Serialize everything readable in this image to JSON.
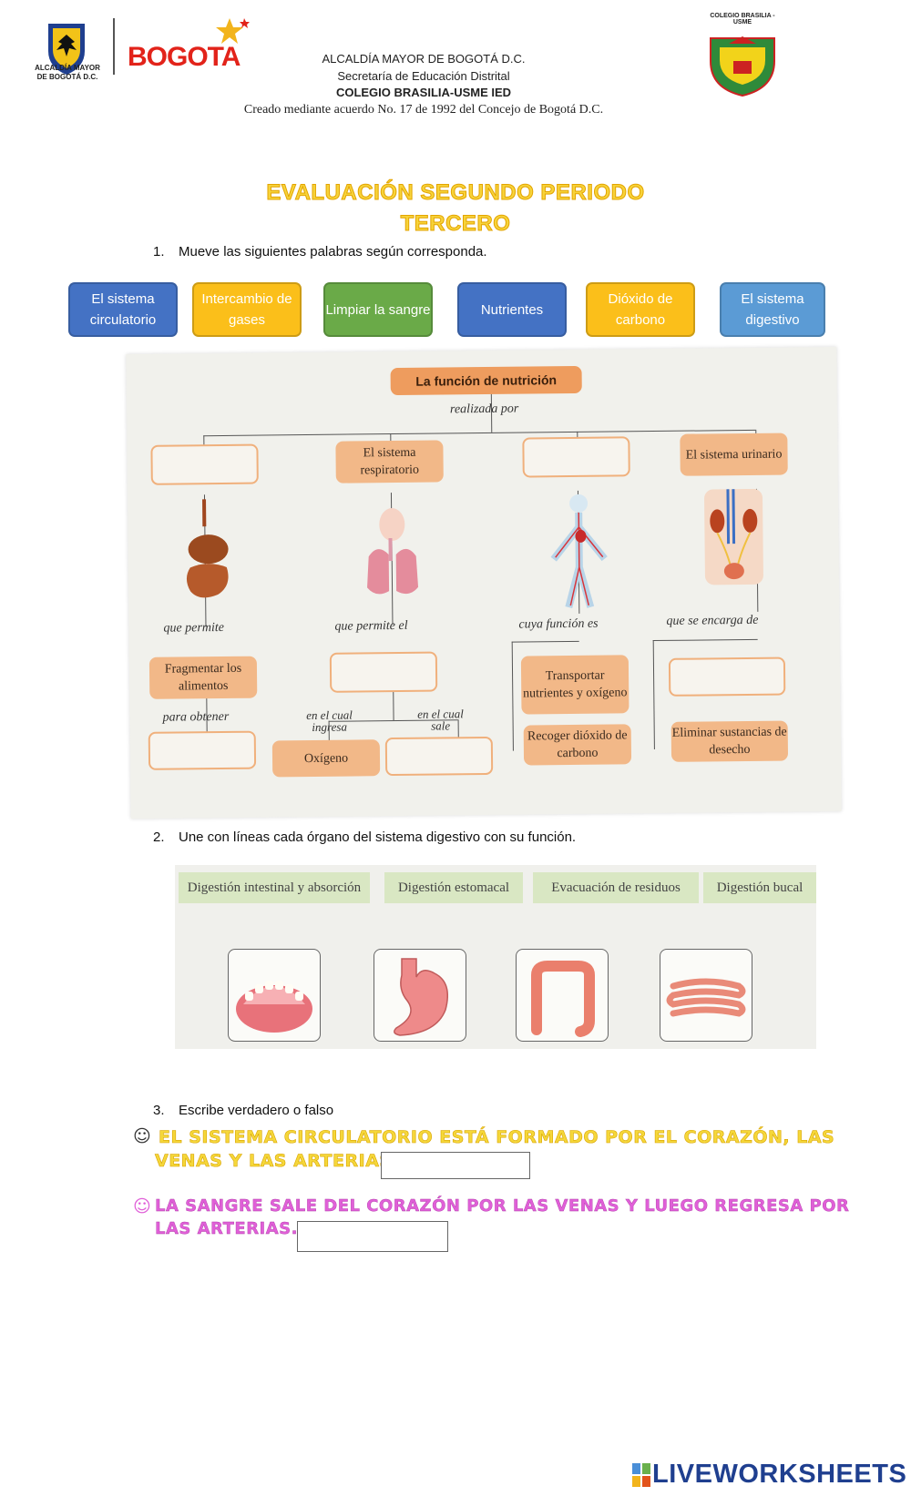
{
  "header": {
    "line1": "ALCALDÍA MAYOR DE BOGOTÁ D.C.",
    "line2": "Secretaría de Educación Distrital",
    "line3": "COLEGIO BRASILIA-USME IED",
    "line4": "Creado mediante acuerdo No. 17 de 1992 del Concejo de Bogotá D.C.",
    "logo_left_caption1": "ALCALDÍA MAYOR",
    "logo_left_caption2": "DE BOGOTÁ D.C.",
    "logo_bogota": "BOGOTA",
    "seal_text": "COLEGIO BRASILIA - USME"
  },
  "title": {
    "line1": "EVALUACIÓN SEGUNDO PERIODO",
    "line2": "TERCERO"
  },
  "question1": {
    "number": "1.",
    "text": "Mueve las siguientes palabras según corresponda.",
    "chips": [
      {
        "label": "El sistema circulatorio",
        "color": "#4472c4"
      },
      {
        "label": "Intercambio de gases",
        "color": "#fbbf1a"
      },
      {
        "label": "Limpiar la sangre",
        "color": "#6aaa48"
      },
      {
        "label": "Nutrientes",
        "color": "#4472c4"
      },
      {
        "label": "Dióxido de carbono",
        "color": "#fbbf1a"
      },
      {
        "label": "El sistema digestivo",
        "color": "#5b9bd5"
      }
    ]
  },
  "concept_map": {
    "title": "La función de nutrición",
    "realizada_por": "realizada por",
    "respiratorio": "El sistema respiratorio",
    "urinario": "El sistema urinario",
    "que_permite": "que permite",
    "que_permite_el": "que permite el",
    "cuya_funcion_es": "cuya función es",
    "que_se_encarga_de": "que se encarga de",
    "fragmentar": "Fragmentar los alimentos",
    "para_obtener": "para obtener",
    "en_el_cual_ingresa": "en el cual ingresa",
    "en_el_cual_sale": "en el cual sale",
    "oxigeno": "Oxígeno",
    "transportar": "Transportar nutrientes y oxígeno",
    "recoger": "Recoger dióxido de carbono",
    "eliminar": "Eliminar sustancias de desecho"
  },
  "question2": {
    "number": "2.",
    "text": "Une con líneas cada órgano del sistema digestivo con su función.",
    "functions": [
      "Digestión intestinal y absorción",
      "Digestión estomacal",
      "Evacuación de residuos",
      "Digestión bucal"
    ],
    "organs": [
      "mouth-icon",
      "stomach-icon",
      "large-intestine-icon",
      "small-intestine-icon"
    ]
  },
  "question3": {
    "number": "3.",
    "text": "Escribe verdadero o falso",
    "items": [
      {
        "smiley": "☺",
        "line1": "EL SISTEMA CIRCULATORIO ESTÁ FORMADO POR EL CORAZÓN, LAS",
        "line2": "VENAS Y LAS ARTERIAS.",
        "color": "#f5d73a"
      },
      {
        "smiley": "☺",
        "line1": "LA SANGRE SALE DEL CORAZÓN POR LAS VENAS Y LUEGO REGRESA POR",
        "line2": "LAS ARTERIAS.",
        "color": "#e060d8"
      }
    ]
  },
  "footer": {
    "brand": "LIVEWORKSHEETS"
  }
}
